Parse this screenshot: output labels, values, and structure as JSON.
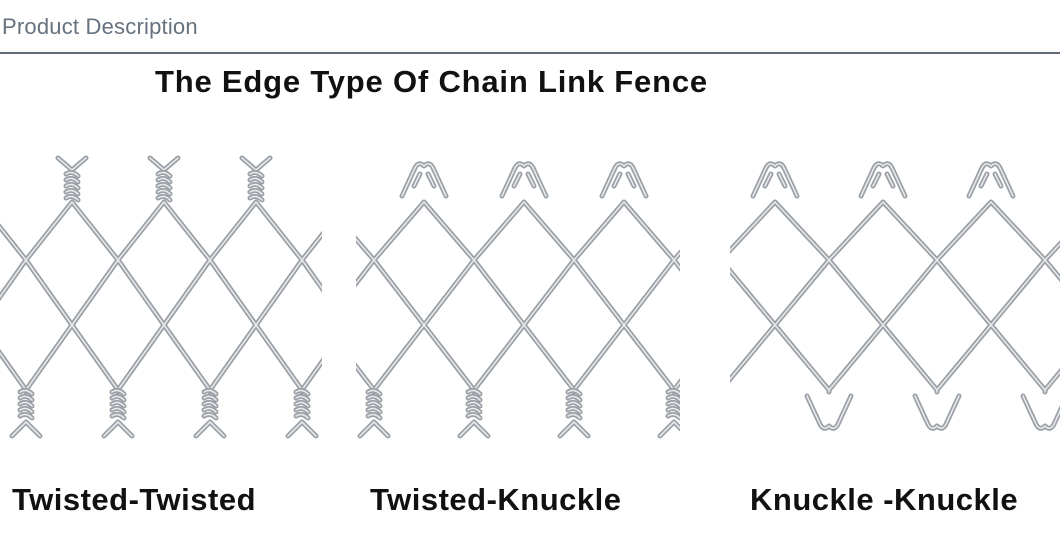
{
  "section": {
    "title": "Product Description"
  },
  "figure": {
    "title": "The Edge Type Of Chain Link Fence",
    "wire_color": "#9aa0a6",
    "wire_highlight": "#e6e8ea"
  },
  "edge_types": [
    {
      "label": "Twisted-Twisted",
      "top_edge": "twisted",
      "bottom_edge": "twisted"
    },
    {
      "label": "Twisted-Knuckle",
      "top_edge": "knuckle",
      "bottom_edge": "twisted"
    },
    {
      "label": "Knuckle -Knuckle",
      "top_edge": "knuckle",
      "bottom_edge": "knuckle"
    }
  ]
}
